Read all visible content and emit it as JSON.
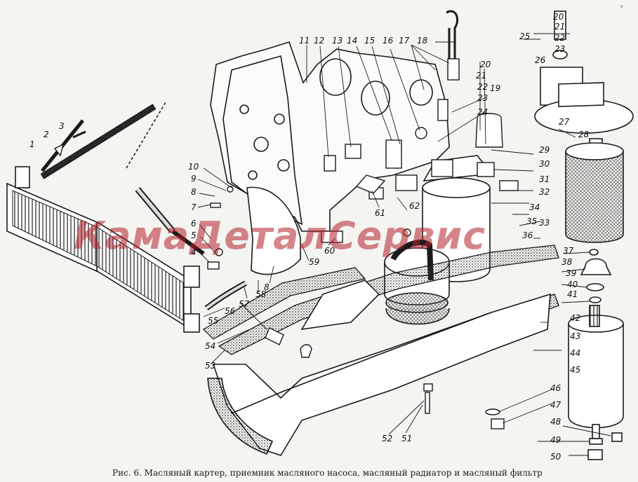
{
  "caption": "Рис. 6. Масляный картер, приемник масляного насоса, масляный радиатор и масляный фильтр",
  "watermark": "КамаДеталСервис",
  "corner_mark": "е",
  "colors": {
    "ink": "#1a1a1a",
    "paper": "#f4f4f1",
    "watermark": "#b4232c"
  },
  "labels": [
    "1",
    "2",
    "3",
    "4",
    "5",
    "6",
    "7",
    "8",
    "9",
    "10",
    "11",
    "12",
    "13",
    "14",
    "15",
    "16",
    "17",
    "18",
    "19",
    "20",
    "21",
    "22",
    "23",
    "24",
    "25",
    "26",
    "27",
    "28",
    "29",
    "30",
    "31",
    "32",
    "33",
    "34",
    "35",
    "36",
    "37",
    "38",
    "39",
    "40",
    "41",
    "42",
    "43",
    "44",
    "45",
    "46",
    "47",
    "48",
    "49",
    "50",
    "51",
    "52",
    "53",
    "54",
    "55",
    "56",
    "57",
    "58",
    "59",
    "60",
    "61",
    "62",
    "20",
    "21",
    "22",
    "23",
    "8"
  ]
}
